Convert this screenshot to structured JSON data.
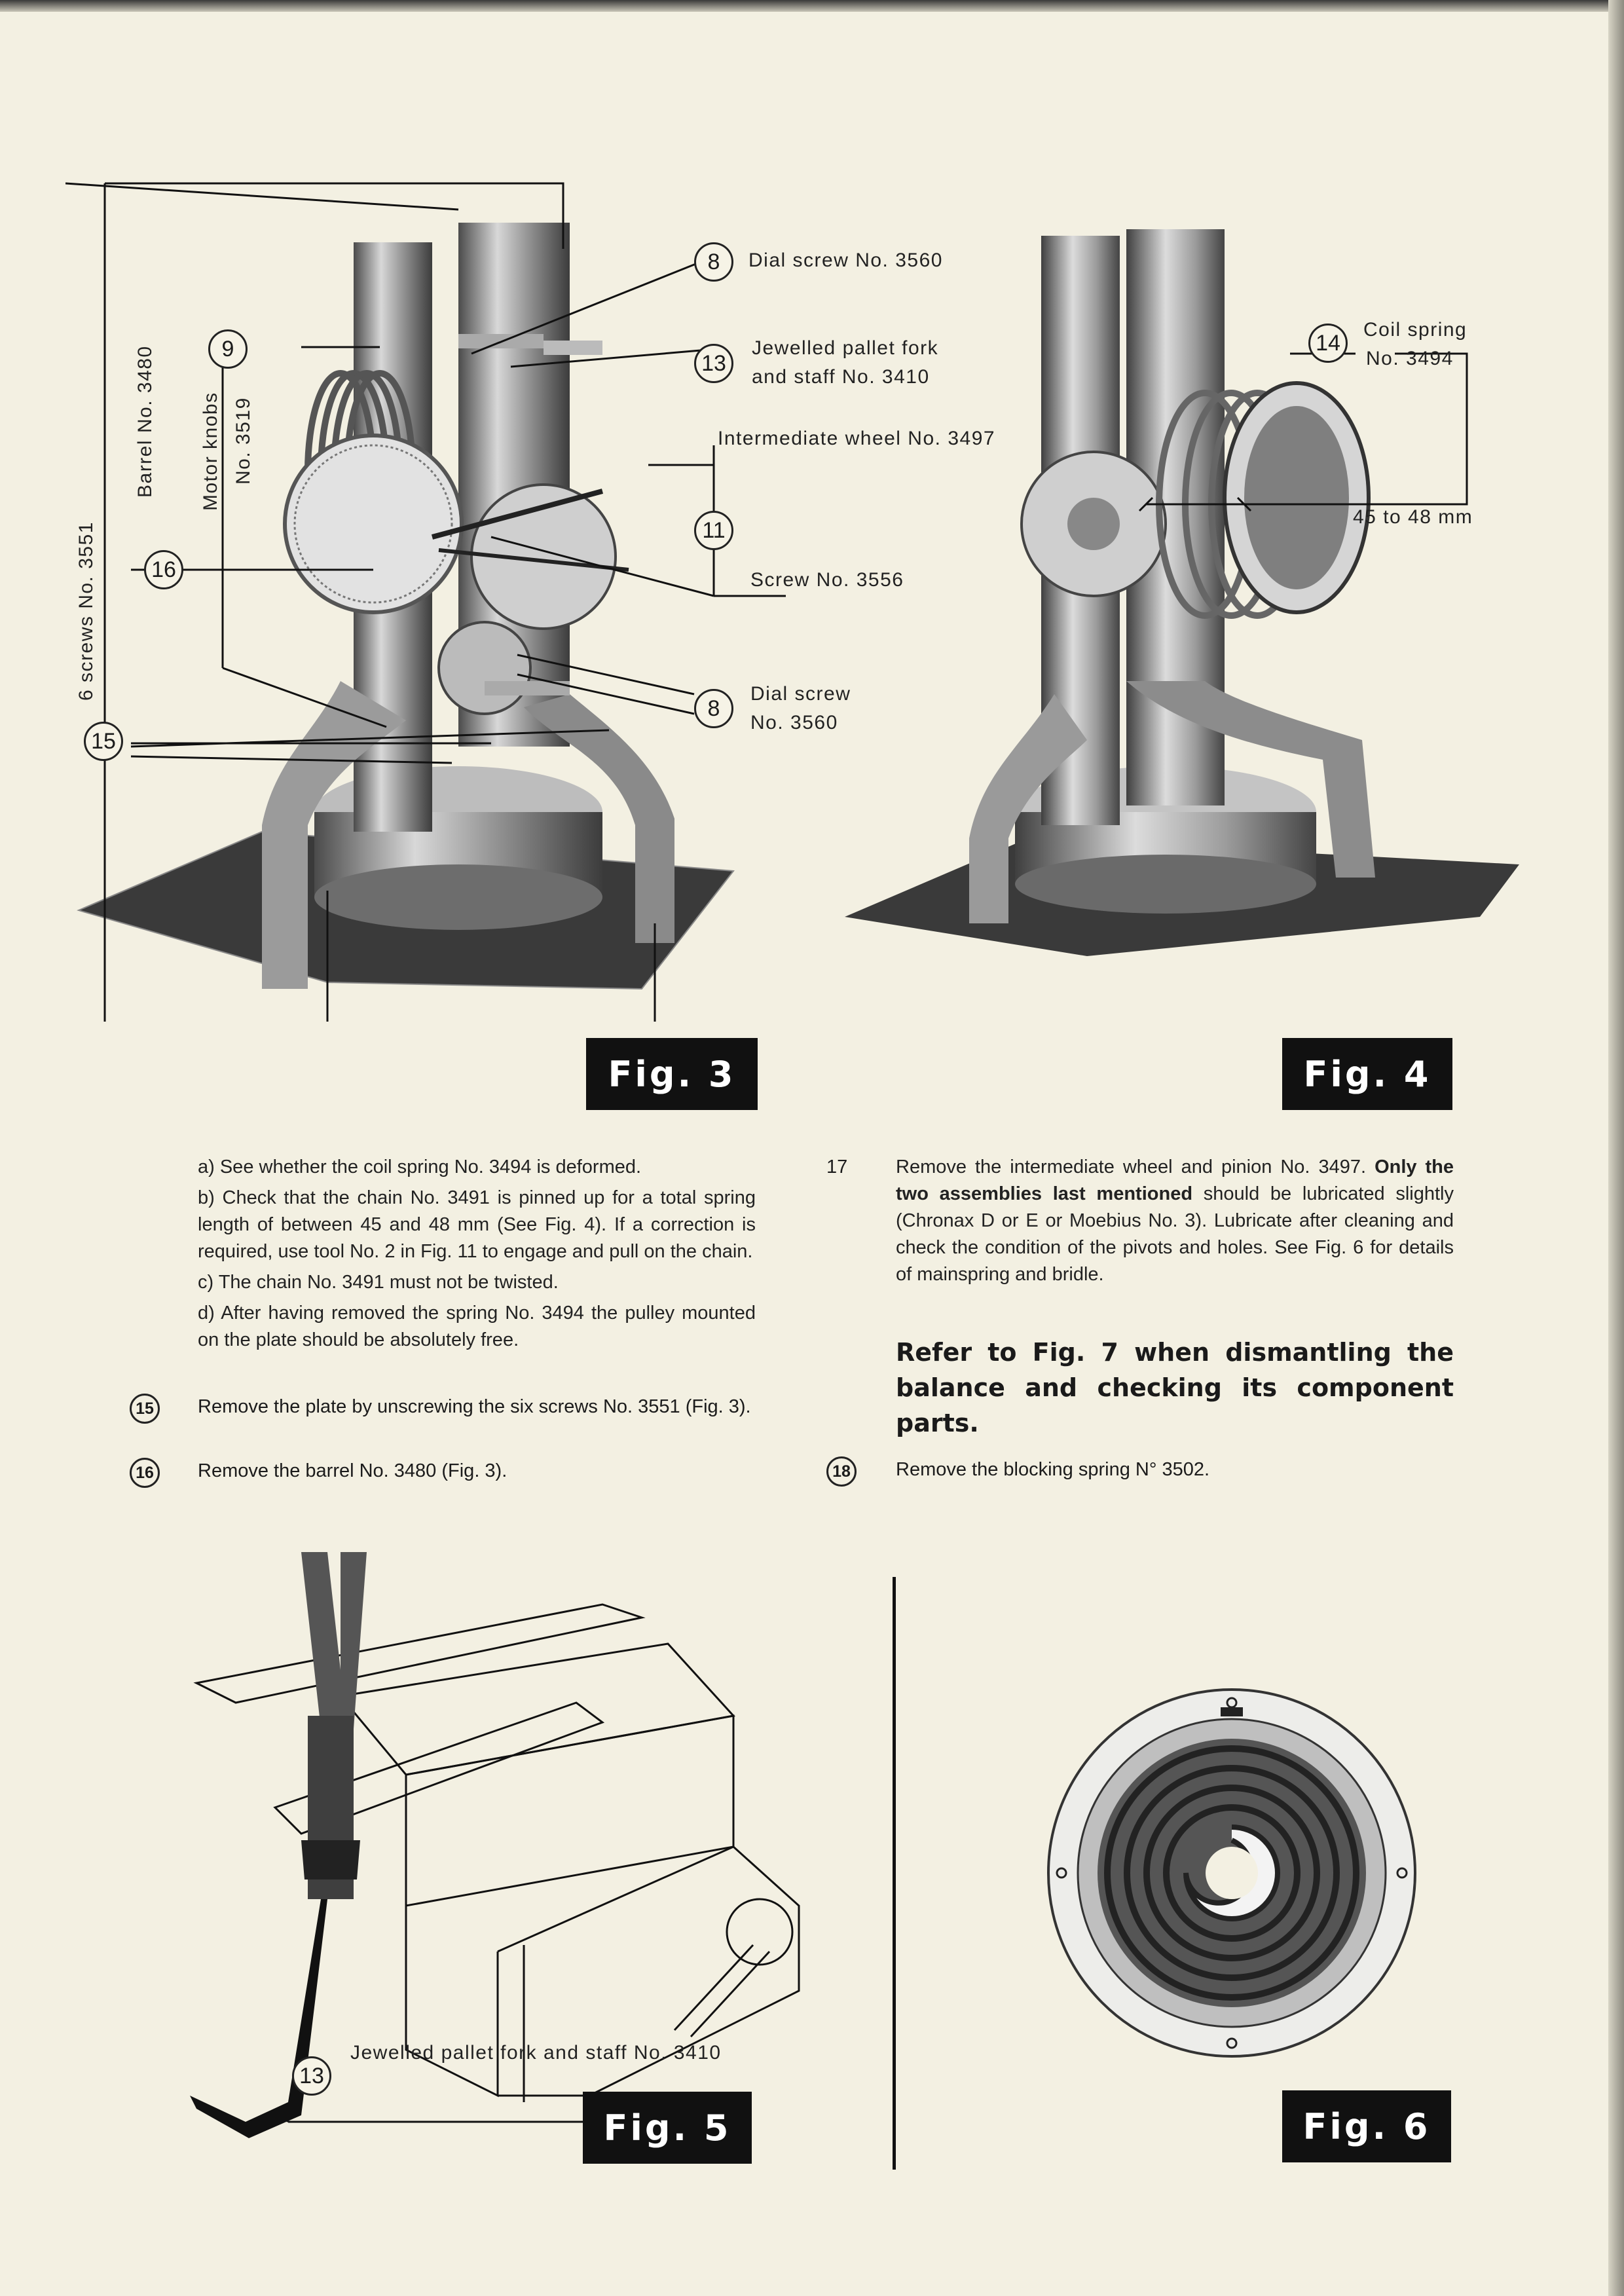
{
  "fig3": {
    "tag": "Fig. 3",
    "labels": {
      "dial_screw_top": "Dial screw No. 3560",
      "pallet_fork": "Jewelled pallet fork",
      "pallet_fork_2": "and staff No. 3410",
      "intermediate": "Intermediate wheel No. 3497",
      "screw": "Screw No. 3556",
      "dial_screw_low_1": "Dial screw",
      "dial_screw_low_2": "No. 3560",
      "six_screws": "6 screws No. 3551",
      "barrel": "Barrel No. 3480",
      "motor_knobs": "Motor knobs",
      "motor_knobs_no": "No. 3519"
    },
    "callouts": {
      "c8a": "8",
      "c13": "13",
      "c9": "9",
      "c11": "11",
      "c16": "16",
      "c8b": "8",
      "c15": "15"
    }
  },
  "fig4": {
    "tag": "Fig. 4",
    "labels": {
      "coil_1": "Coil spring",
      "coil_2": "No. 3494",
      "length": "45 to 48 mm"
    },
    "callouts": {
      "c14": "14"
    }
  },
  "fig5": {
    "tag": "Fig. 5",
    "label": "Jewelled pallet fork and staff No. 3410",
    "callout": "13"
  },
  "fig6": {
    "tag": "Fig. 6"
  },
  "left_column": {
    "a": "a) See whether the coil spring No. 3494 is deformed.",
    "b": "b) Check that the chain No. 3491 is pinned up for a total spring length of between 45 and 48 mm (See Fig. 4). If a correction is required, use tool No. 2 in Fig. 11 to engage and pull on the chain.",
    "c": "c) The chain No. 3491 must not be twisted.",
    "d": "d) After having removed the spring No. 3494 the pulley mounted on the plate should be absolutely free.",
    "step15_num": "15",
    "step15": "Remove the plate by unscrewing the six screws No. 3551 (Fig. 3).",
    "step16_num": "16",
    "step16": "Remove the barrel No. 3480 (Fig. 3)."
  },
  "right_column": {
    "step17_num": "17",
    "step17_a": "Remove the intermediate wheel and pinion No. 3497.",
    "step17_bold": "Only the two assemblies last mentioned",
    "step17_b": "should be lubricated slightly (Chronax D or E or Moebius No. 3). Lubricate after cleaning and check the condition of the pivots and holes. See Fig. 6 for details of mainspring and bridle.",
    "heading": "Refer to Fig. 7 when dismantling the balance and checking its component parts.",
    "step18_num": "18",
    "step18": "Remove the blocking spring N° 3502."
  }
}
